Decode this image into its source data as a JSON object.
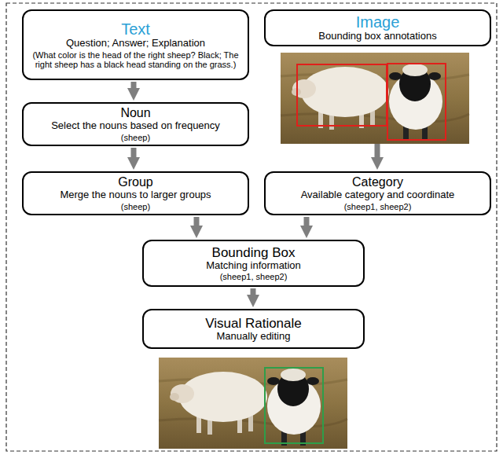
{
  "diagram": {
    "nodes": [
      {
        "text": [
          "Text",
          "Question; Answer; Explanation",
          "(What color is the head of the right sheep? Black; The right sheep has a black head standing on the grass.)"
        ]
      },
      {
        "text": [
          "Image",
          "Bounding box annotations"
        ]
      },
      {
        "text": [
          "Noun",
          "Select the nouns based on frequency",
          "(sheep)"
        ]
      },
      {
        "text": [
          "Group",
          "Merge the nouns to larger groups",
          "(sheep)"
        ]
      },
      {
        "text": [
          "Category",
          "Available category and coordinate",
          "(sheep1, sheep2)"
        ]
      },
      {
        "text": [
          "Bounding Box",
          "Matching information",
          "(sheep1, sheep2)"
        ]
      },
      {
        "text": [
          "Visual Rationale",
          "Manually editing"
        ]
      }
    ],
    "edges": [
      {
        "from": 0,
        "to": 2,
        "arrow": "to"
      },
      {
        "from": 1,
        "to": 4,
        "arrow": "to"
      },
      {
        "from": 2,
        "to": 3,
        "arrow": "to"
      },
      {
        "from": 3,
        "to": 5,
        "arrow": "to"
      },
      {
        "from": 4,
        "to": 5,
        "arrow": "to"
      },
      {
        "from": 5,
        "to": 6,
        "arrow": "to"
      }
    ]
  }
}
